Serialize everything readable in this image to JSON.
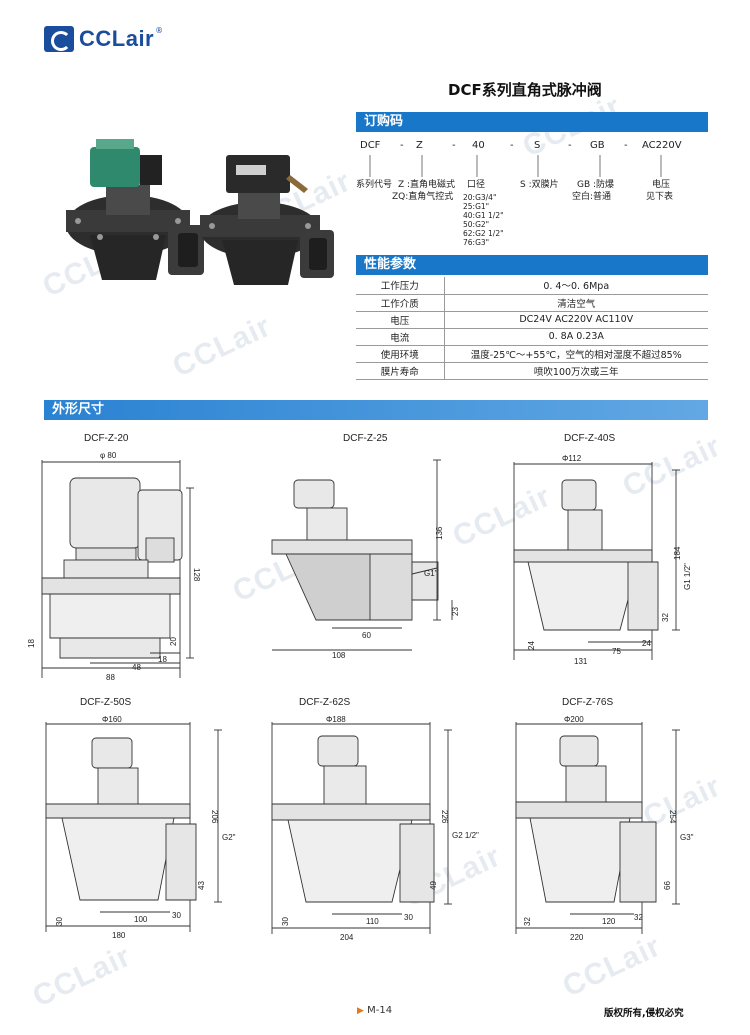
{
  "brand": {
    "name": "CCLair",
    "reg": "®"
  },
  "title": "DCF系列直角式脉冲阀",
  "order": {
    "header": "订购码",
    "codes": [
      "DCF",
      "-",
      "Z",
      "-",
      "40",
      "-",
      "S",
      "-",
      "GB",
      "-",
      "AC220V"
    ],
    "desc_series": "系列代号",
    "desc_z1": "Z :直角电磁式",
    "desc_z2": "ZQ:直角气控式",
    "desc_port": "口径",
    "port_sizes": [
      "20:G3/4\"",
      "25:G1\"",
      "40:G1 1/2\"",
      "50:G2\"",
      "62:G2 1/2\"",
      "76:G3\""
    ],
    "desc_s": "S :双膜片",
    "desc_gb1": "GB :防爆",
    "desc_gb2": "空白:普通",
    "desc_v1": "电压",
    "desc_v2": "见下表"
  },
  "params": {
    "header": "性能参数",
    "rows": [
      {
        "k": "工作压力",
        "v": "0. 4～0. 6Mpa"
      },
      {
        "k": "工作介质",
        "v": "清洁空气"
      },
      {
        "k": "电压",
        "v": "DC24V  AC220V  AC110V"
      },
      {
        "k": "电流",
        "v": "0. 8A  0.23A"
      },
      {
        "k": "使用环境",
        "v": "温度-25℃～+55℃，空气的相对湿度不超过85%"
      },
      {
        "k": "膜片寿命",
        "v": "喷吹100万次或三年"
      }
    ]
  },
  "dims": {
    "header": "外形尺寸",
    "models": [
      "DCF-Z-20",
      "DCF-Z-25",
      "DCF-Z-40S",
      "DCF-Z-50S",
      "DCF-Z-62S",
      "DCF-Z-76S"
    ],
    "z20": {
      "d": "φ 80",
      "h": "128",
      "a": "18",
      "b": "20",
      "c": "18",
      "e": "48",
      "f": "88"
    },
    "z25": {
      "h": "136",
      "g": "G1\"",
      "a": "23",
      "b": "60",
      "c": "108"
    },
    "z40": {
      "d": "Φ112",
      "h": "184",
      "g": "G1 1/2\"",
      "a": "32",
      "b": "24",
      "c": "24",
      "e": "75",
      "f": "131"
    },
    "z50": {
      "d": "Φ160",
      "h": "206",
      "g": "G2\"",
      "a": "43",
      "b": "30",
      "c": "100",
      "e": "30",
      "f": "180"
    },
    "z62": {
      "d": "Φ188",
      "h": "226",
      "g": "G2 1/2\"",
      "a": "49",
      "b": "30",
      "c": "110",
      "e": "30",
      "f": "204"
    },
    "z76": {
      "d": "Φ200",
      "h": "254",
      "g": "G3\"",
      "a": "66",
      "b": "32",
      "c": "120",
      "e": "32",
      "f": "220"
    }
  },
  "footer": {
    "page": "M-14",
    "copyright": "版权所有,侵权必究"
  }
}
